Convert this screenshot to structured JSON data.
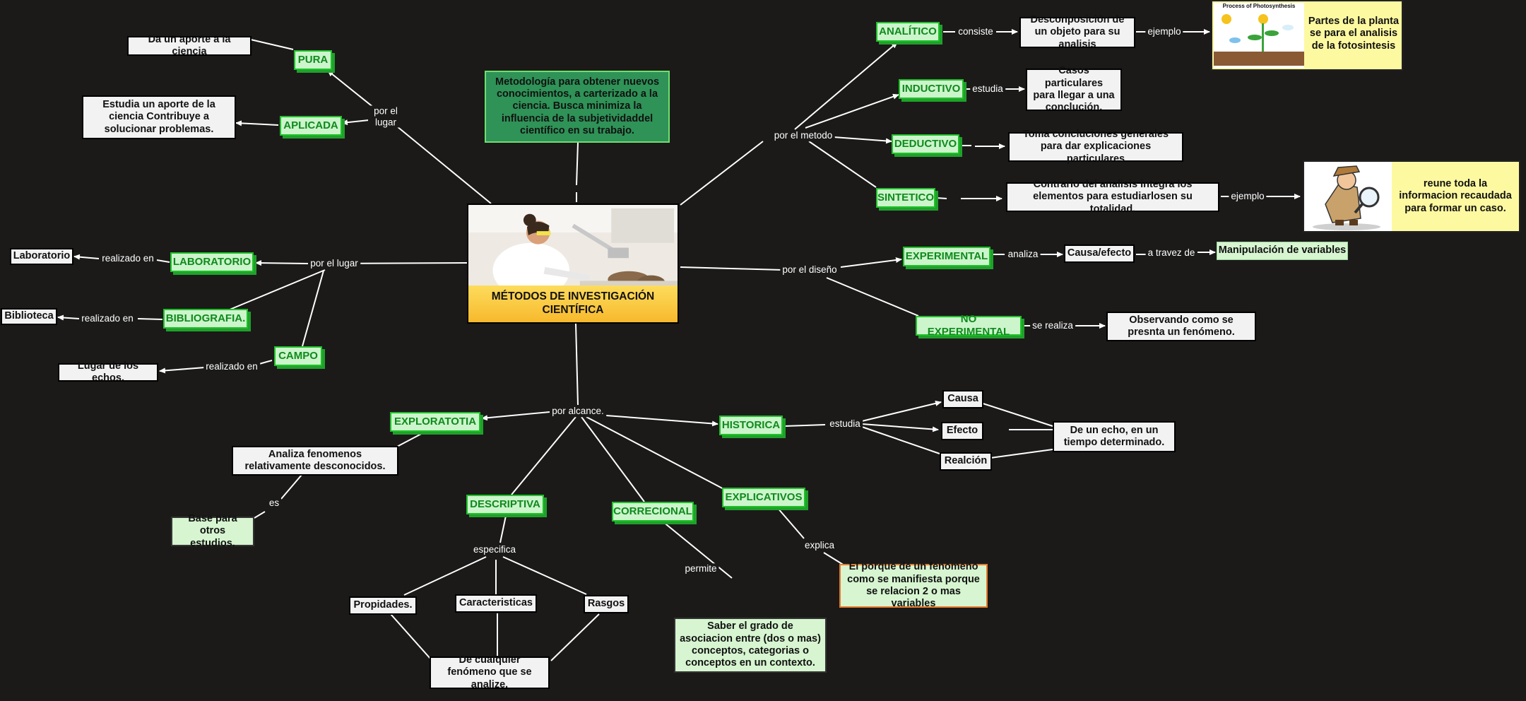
{
  "central": {
    "title": "MÉTODOS DE INVESTIGACIÓN CIENTÍFICA"
  },
  "definition": "Metodología para obtener nuevos conocimientos, a carterizado a la ciencia. Busca minimiza la influencia de la subjetividaddel científico en su trabajo.",
  "pura": {
    "label": "PURA",
    "desc": "Da un aporte a la ciencia"
  },
  "aplicada": {
    "label": "APLICADA",
    "desc": "Estudia un aporte de la ciencia Contribuye a solucionar problemas."
  },
  "por_el_lugar_top": "por el lugar",
  "por_el_lugar": "por el lugar",
  "laboratorio": {
    "label": "LABORATORIO",
    "link": "realizado en",
    "target": "Laboratorio"
  },
  "bibliografia": {
    "label": "BIBLIOGRAFIA.",
    "link": "realizado en",
    "target": "Biblioteca"
  },
  "campo": {
    "label": "CAMPO",
    "link": "realizado en",
    "target": "Lugar de los echos."
  },
  "por_el_metodo": "por el metodo",
  "analitico": {
    "label": "ANALÍTICO",
    "link": "consiste",
    "desc": "Desconposición de un objeto para su analisis",
    "link2": "ejemplo",
    "example_title": "Process of Photosynthesis",
    "example": "Partes de la planta se para el analisis de la fotosintesis"
  },
  "inductivo": {
    "label": "INDUCTIVO",
    "link": "estudia",
    "desc": "Casos particulares para llegar a una conclución."
  },
  "deductivo": {
    "label": "DEDUCTIVO",
    "desc": "Toma concluciones generales para dar explicaciones particulares"
  },
  "sintetico": {
    "label": "SINTETICO",
    "desc": "Contrario del analisis integra los elementos para estudiarlosen su totalidad.",
    "link2": "ejemplo",
    "example": "reune toda la informacion recaudada para formar un caso."
  },
  "por_el_diseno": "por el diseño",
  "experimental": {
    "label": "EXPERIMENTAL",
    "link": "analiza",
    "desc": "Causa/efecto",
    "link2": "a travez de",
    "desc2": "Manipulación de variables"
  },
  "no_experimental": {
    "label": "NO EXPERIMENTAL",
    "link": "se realiza",
    "desc": "Observando como se presnta un fenómeno."
  },
  "por_alcance": "por alcance.",
  "exploratoria": {
    "label": "EXPLORATOTIA",
    "desc": "Analiza fenomenos relativamente desconocidos.",
    "link": "es",
    "desc2": "Base para otros estudios."
  },
  "historica": {
    "label": "HISTORICA",
    "link": "estudia",
    "items": [
      "Causa",
      "Efecto",
      "Realción"
    ],
    "desc": "De un echo, en un tiempo determinado."
  },
  "descriptiva": {
    "label": "DESCRIPTIVA",
    "link": "especifica",
    "items": [
      "Propidades.",
      "Caracteristicas",
      "Rasgos"
    ],
    "desc": "De cualquier fenómeno que se analize."
  },
  "correlacional": {
    "label": "CORRECIONAL",
    "link": "permite",
    "desc": "Saber el grado de asociacion entre (dos o mas) conceptos, categorias o conceptos en un contexto."
  },
  "explicativos": {
    "label": "EXPLICATIVOS",
    "link": "explica",
    "desc": "El porque de un fenomeno como se manifiesta porque se relacion 2 o mas variables"
  },
  "colors": {
    "background": "#1b1a19",
    "green_text": "#0f8a1c",
    "green_fill": "#ccf5cc",
    "line": "#ffffff"
  }
}
